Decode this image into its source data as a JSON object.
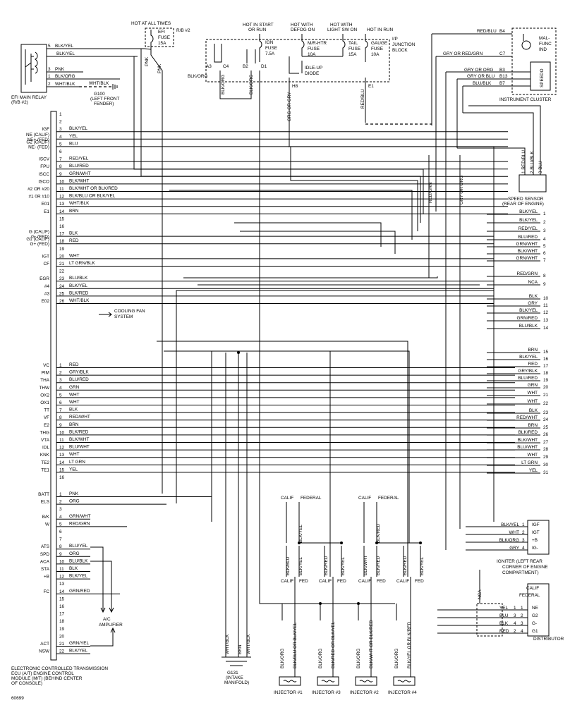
{
  "diagram": {
    "figure_id": "60699",
    "ecu": {
      "caption": [
        "ELECTRONIC CONTROLLED TRANSMISSION",
        "ECU (A/T) ENGINE CONTROL",
        "MODULE (M/T)  (BEHIND CENTER",
        "OF CONSOLE)"
      ],
      "connector1": [
        {
          "n": "1",
          "sig": "",
          "wire": ""
        },
        {
          "n": "2",
          "sig": "",
          "wire": ""
        },
        {
          "n": "3",
          "sig": "IGF",
          "wire": "BLK/YEL"
        },
        {
          "n": "4",
          "sig": "NE (CALIF) / NE+ (FED)",
          "wire": "YEL"
        },
        {
          "n": "5",
          "sig": "G2 (CALIF) / NE- (FED)",
          "wire": "BLU"
        },
        {
          "n": "6",
          "sig": "",
          "wire": ""
        },
        {
          "n": "7",
          "sig": "ISCV",
          "wire": "RED/YEL"
        },
        {
          "n": "8",
          "sig": "FPU",
          "wire": "BLU/RED"
        },
        {
          "n": "9",
          "sig": "ISCC",
          "wire": "GRN/WHT"
        },
        {
          "n": "10",
          "sig": "ISCO",
          "wire": "BLK/WHT"
        },
        {
          "n": "11",
          "sig": "#2 OR #20",
          "wire": "BLK/WHT OR BLK/RED"
        },
        {
          "n": "12",
          "sig": "#1 0R #10",
          "wire": "BLK/BLU OR BLK/YEL"
        },
        {
          "n": "13",
          "sig": "E01",
          "wire": "WHT/BLK"
        },
        {
          "n": "14",
          "sig": "E1",
          "wire": "BRN"
        },
        {
          "n": "15",
          "sig": "",
          "wire": ""
        },
        {
          "n": "16",
          "sig": "",
          "wire": ""
        },
        {
          "n": "17",
          "sig": "G (CALIF) / G- (FED)",
          "wire": "BLK"
        },
        {
          "n": "18",
          "sig": "G1 (CALIF) / G+ (FED)",
          "wire": "RED"
        },
        {
          "n": "19",
          "sig": "",
          "wire": ""
        },
        {
          "n": "20",
          "sig": "IGT",
          "wire": "WHT"
        },
        {
          "n": "21",
          "sig": "CF",
          "wire": "LT GRN/BLK"
        },
        {
          "n": "22",
          "sig": "",
          "wire": ""
        },
        {
          "n": "23",
          "sig": "EGR",
          "wire": "BLU/BLK"
        },
        {
          "n": "24",
          "sig": "#4",
          "wire": "BLK/YEL"
        },
        {
          "n": "25",
          "sig": "#3",
          "wire": "BLK/RED"
        },
        {
          "n": "26",
          "sig": "E02",
          "wire": "WHT/BLK"
        }
      ],
      "connector2": [
        {
          "n": "1",
          "sig": "VC",
          "wire": "RED"
        },
        {
          "n": "2",
          "sig": "PIM",
          "wire": "GRY/BLK"
        },
        {
          "n": "3",
          "sig": "THA",
          "wire": "BLU/RED"
        },
        {
          "n": "4",
          "sig": "THW",
          "wire": "GRN"
        },
        {
          "n": "5",
          "sig": "OX2",
          "wire": "WHT"
        },
        {
          "n": "6",
          "sig": "OX1",
          "wire": "WHT"
        },
        {
          "n": "7",
          "sig": "TT",
          "wire": "BLK"
        },
        {
          "n": "8",
          "sig": "VF",
          "wire": "RED/WHT"
        },
        {
          "n": "9",
          "sig": "E2",
          "wire": "BRN"
        },
        {
          "n": "10",
          "sig": "THG",
          "wire": "BLK/RED"
        },
        {
          "n": "11",
          "sig": "VTA",
          "wire": "BLK/WHT"
        },
        {
          "n": "12",
          "sig": "IDL",
          "wire": "BLU/WHT"
        },
        {
          "n": "13",
          "sig": "KNK",
          "wire": "WHT"
        },
        {
          "n": "14",
          "sig": "TE2",
          "wire": "LT GRN"
        },
        {
          "n": "15",
          "sig": "TE1",
          "wire": "YEL"
        },
        {
          "n": "16",
          "sig": "",
          "wire": ""
        }
      ],
      "connector3": [
        {
          "n": "1",
          "sig": "BATT",
          "wire": "PNK"
        },
        {
          "n": "2",
          "sig": "ELS",
          "wire": "ORG"
        },
        {
          "n": "3",
          "sig": "",
          "wire": ""
        },
        {
          "n": "4",
          "sig": "B/K",
          "wire": "GRN/WHT"
        },
        {
          "n": "5",
          "sig": "W",
          "wire": "RED/GRN"
        },
        {
          "n": "6",
          "sig": "",
          "wire": ""
        },
        {
          "n": "7",
          "sig": "",
          "wire": ""
        },
        {
          "n": "8",
          "sig": "ATS",
          "wire": "BLU/YEL"
        },
        {
          "n": "9",
          "sig": "SPD",
          "wire": "ORG"
        },
        {
          "n": "10",
          "sig": "ACA",
          "wire": "BLU/BLK"
        },
        {
          "n": "11",
          "sig": "STA",
          "wire": "BLK"
        },
        {
          "n": "12",
          "sig": "+B",
          "wire": "BLK/YEL"
        },
        {
          "n": "13",
          "sig": "",
          "wire": ""
        },
        {
          "n": "14",
          "sig": "FC",
          "wire": "GRN/RED"
        },
        {
          "n": "15",
          "sig": "",
          "wire": ""
        },
        {
          "n": "16",
          "sig": "",
          "wire": ""
        },
        {
          "n": "17",
          "sig": "",
          "wire": ""
        },
        {
          "n": "18",
          "sig": "",
          "wire": ""
        },
        {
          "n": "19",
          "sig": "",
          "wire": ""
        },
        {
          "n": "20",
          "sig": "",
          "wire": ""
        },
        {
          "n": "21",
          "sig": "ACT",
          "wire": "GRN/YEL"
        },
        {
          "n": "22",
          "sig": "NSW",
          "wire": "BLK/YEL"
        }
      ]
    },
    "right_labels": [
      {
        "n": "1",
        "wire": "BLK/YEL"
      },
      {
        "n": "2",
        "wire": "BLK/YEL"
      },
      {
        "n": "3",
        "wire": "RED/YEL"
      },
      {
        "n": "4",
        "wire": "BLU/RED"
      },
      {
        "n": "5",
        "wire": "GRN/WHT"
      },
      {
        "n": "6",
        "wire": "BLK/WHT"
      },
      {
        "n": "7",
        "wire": "GRN/WHT"
      },
      {
        "n": "8",
        "wire": "RED/GRN"
      },
      {
        "n": "9",
        "wire": "NCA"
      },
      {
        "n": "10",
        "wire": "BLK"
      },
      {
        "n": "11",
        "wire": "GRY"
      },
      {
        "n": "12",
        "wire": "BLK/YEL"
      },
      {
        "n": "13",
        "wire": "GRN/RED"
      },
      {
        "n": "14",
        "wire": "BLU/BLK"
      },
      {
        "n": "15",
        "wire": "BRN"
      },
      {
        "n": "16",
        "wire": "BLK/YEL"
      },
      {
        "n": "17",
        "wire": "RED"
      },
      {
        "n": "18",
        "wire": "GRY/BLK"
      },
      {
        "n": "19",
        "wire": "BLU/RED"
      },
      {
        "n": "20",
        "wire": "GRN"
      },
      {
        "n": "21",
        "wire": "WHT"
      },
      {
        "n": "22",
        "wire": "WHT"
      },
      {
        "n": "23",
        "wire": "BLK"
      },
      {
        "n": "24",
        "wire": "RED/WHT"
      },
      {
        "n": "25",
        "wire": "BRN"
      },
      {
        "n": "26",
        "wire": "BLK/RED"
      },
      {
        "n": "27",
        "wire": "BLK/WHT"
      },
      {
        "n": "28",
        "wire": "BLU/WHT"
      },
      {
        "n": "29",
        "wire": "WHT"
      },
      {
        "n": "30",
        "wire": "LT GRN"
      },
      {
        "n": "31",
        "wire": "YEL"
      }
    ],
    "efi_relay": {
      "label": "EFI MAIN RELAY",
      "sub": "(R/B #2)",
      "pins": [
        {
          "n": "5",
          "wire": "BLK/YEL"
        },
        {
          "n": "",
          "wire": "BLK/YEL"
        },
        {
          "n": "3",
          "wire": "PNK"
        },
        {
          "n": "1",
          "wire": "BLK/ORG"
        },
        {
          "n": "2",
          "wire": "WHT/BLK"
        }
      ],
      "ground_wire": "WHT/BLK",
      "ground_id": "G100",
      "ground_loc": [
        "(LEFT FRONT",
        "FENDER)"
      ]
    },
    "efi_fuse": {
      "hot": "HOT AT ALL TIMES",
      "name": [
        "EFI",
        "FUSE",
        "15A"
      ],
      "rb": "R/B #2",
      "w1": "PNK",
      "w2": "PNK"
    },
    "ign": {
      "hot": [
        "HOT IN START",
        "OR RUN"
      ],
      "fuse": [
        "IGN",
        "FUSE",
        "7.5A"
      ],
      "pins": [
        "A3",
        "C4",
        "B2",
        "D1"
      ],
      "w1": "BLK/ORG",
      "w2": "BLK/ORG",
      "w3": "BLK/ORG"
    },
    "defog": {
      "hot": [
        "HOT WITH",
        "DEFOG ON"
      ],
      "fuse": [
        "M/R-HTR",
        "FUSE",
        "10A"
      ]
    },
    "tail": {
      "hot": [
        "HOT WITH",
        "LIGHT SW ON"
      ],
      "fuse": [
        "TAIL",
        "FUSE",
        "15A"
      ]
    },
    "gauge": {
      "hot": "HOT IN RUN",
      "fuse": [
        "GAUGE",
        "FUSE",
        "10A"
      ]
    },
    "jb": [
      "I/P",
      "JUNCTION",
      "BLOCK"
    ],
    "idle_diode": [
      "IDLE-UP",
      "DIODE"
    ],
    "h8": {
      "pin": "H8",
      "wire": "ORG OR GRY"
    },
    "e1": {
      "pin": "E1",
      "wire": "RED/BLU"
    },
    "cluster": {
      "label": "INSTRUMENT CLUSTER",
      "malfunc": [
        "MAL-",
        "FUNC",
        "IND"
      ],
      "speedo": "SPEEDO",
      "wires": [
        {
          "label": "RED/BLU",
          "pin": "B4"
        },
        {
          "label": "GRY OR RED/GRN",
          "pin": "C7"
        },
        {
          "label": "GRY OR ORG",
          "pin": "B3"
        },
        {
          "label": "GRY OR BLU",
          "pin": "B13"
        },
        {
          "label": "BLU/BLK",
          "pin": "B7"
        }
      ]
    },
    "speed_sensor": {
      "label": [
        "SPEED SENSOR",
        "(REAR OF ENGINE)"
      ],
      "pins": [
        "1 RED/BLU",
        "2 BLU/BLK",
        "3 BLU"
      ]
    },
    "vert_wires": {
      "red_grn": "RED/GRN",
      "gry_org": "GRY OR ORG",
      "nca": "NCA"
    },
    "cooling_fan": [
      "COOLING FAN",
      "SYSTEM"
    ],
    "ac_amp": [
      "A/C",
      "AMPLIFIER"
    ],
    "g131": {
      "id": "G131",
      "loc": [
        "(INTAKE",
        "MANIFOLD)"
      ],
      "w1": "WHT/BLK",
      "w2": "BRN",
      "w3": "WHT/BLK"
    },
    "igniter": {
      "label": [
        "IGNITER  (LEFT REAR",
        "CORNER OF ENGINE",
        "COMPARTMENT)"
      ],
      "pins": [
        {
          "wire": "BLK/YEL",
          "n": "1",
          "sig": "IGF"
        },
        {
          "wire": "WHT",
          "n": "2",
          "sig": "IGT"
        },
        {
          "wire": "BLK/ORG",
          "n": "3",
          "sig": "+B"
        },
        {
          "wire": "GRY",
          "n": "4",
          "sig": "IG-"
        }
      ]
    },
    "distributor": {
      "label": "DISTRIBUTOR",
      "calif": "CALIF",
      "federal": "FEDERAL",
      "pins": [
        {
          "wire": "YEL",
          "a": "1",
          "b": "1",
          "sig": "NE"
        },
        {
          "wire": "BLU",
          "a": "3",
          "b": "2",
          "sig": "G2"
        },
        {
          "wire": "BLK",
          "a": "4",
          "b": "3",
          "sig": "G-"
        },
        {
          "wire": "RED",
          "a": "2",
          "b": "4",
          "sig": "G1"
        }
      ]
    },
    "calif_fed": {
      "calif": "CALIF",
      "federal": "FEDERAL",
      "fed": "FED"
    },
    "inj_wires1": [
      "BLK/BLU",
      "BLK/YEL",
      "BLK/RED",
      "BLK/YEL"
    ],
    "inj_wires1_top": [
      "BLK/YEL",
      "BLK/RED"
    ],
    "inj_wires2": [
      "BLK/WHT",
      "BLK/RED",
      "BLK/RED",
      "BLK/YEL"
    ],
    "injectors": [
      {
        "label": "INJECTOR #1",
        "w1": "BLK/ORG",
        "w2": "BLK/BLU OR BLK/YEL"
      },
      {
        "label": "INJECTOR #3",
        "w1": "BLK/ORG",
        "w2": "BLK/RED OR BLK/YEL"
      },
      {
        "label": "INJECTOR #2",
        "w1": "BLK/ORG",
        "w2": "BLK/WHT OR BLK/RED"
      },
      {
        "label": "INJECTOR #4",
        "w1": "BLK/ORG",
        "w2": "BLK/YEL OR BLK/RED"
      }
    ]
  }
}
